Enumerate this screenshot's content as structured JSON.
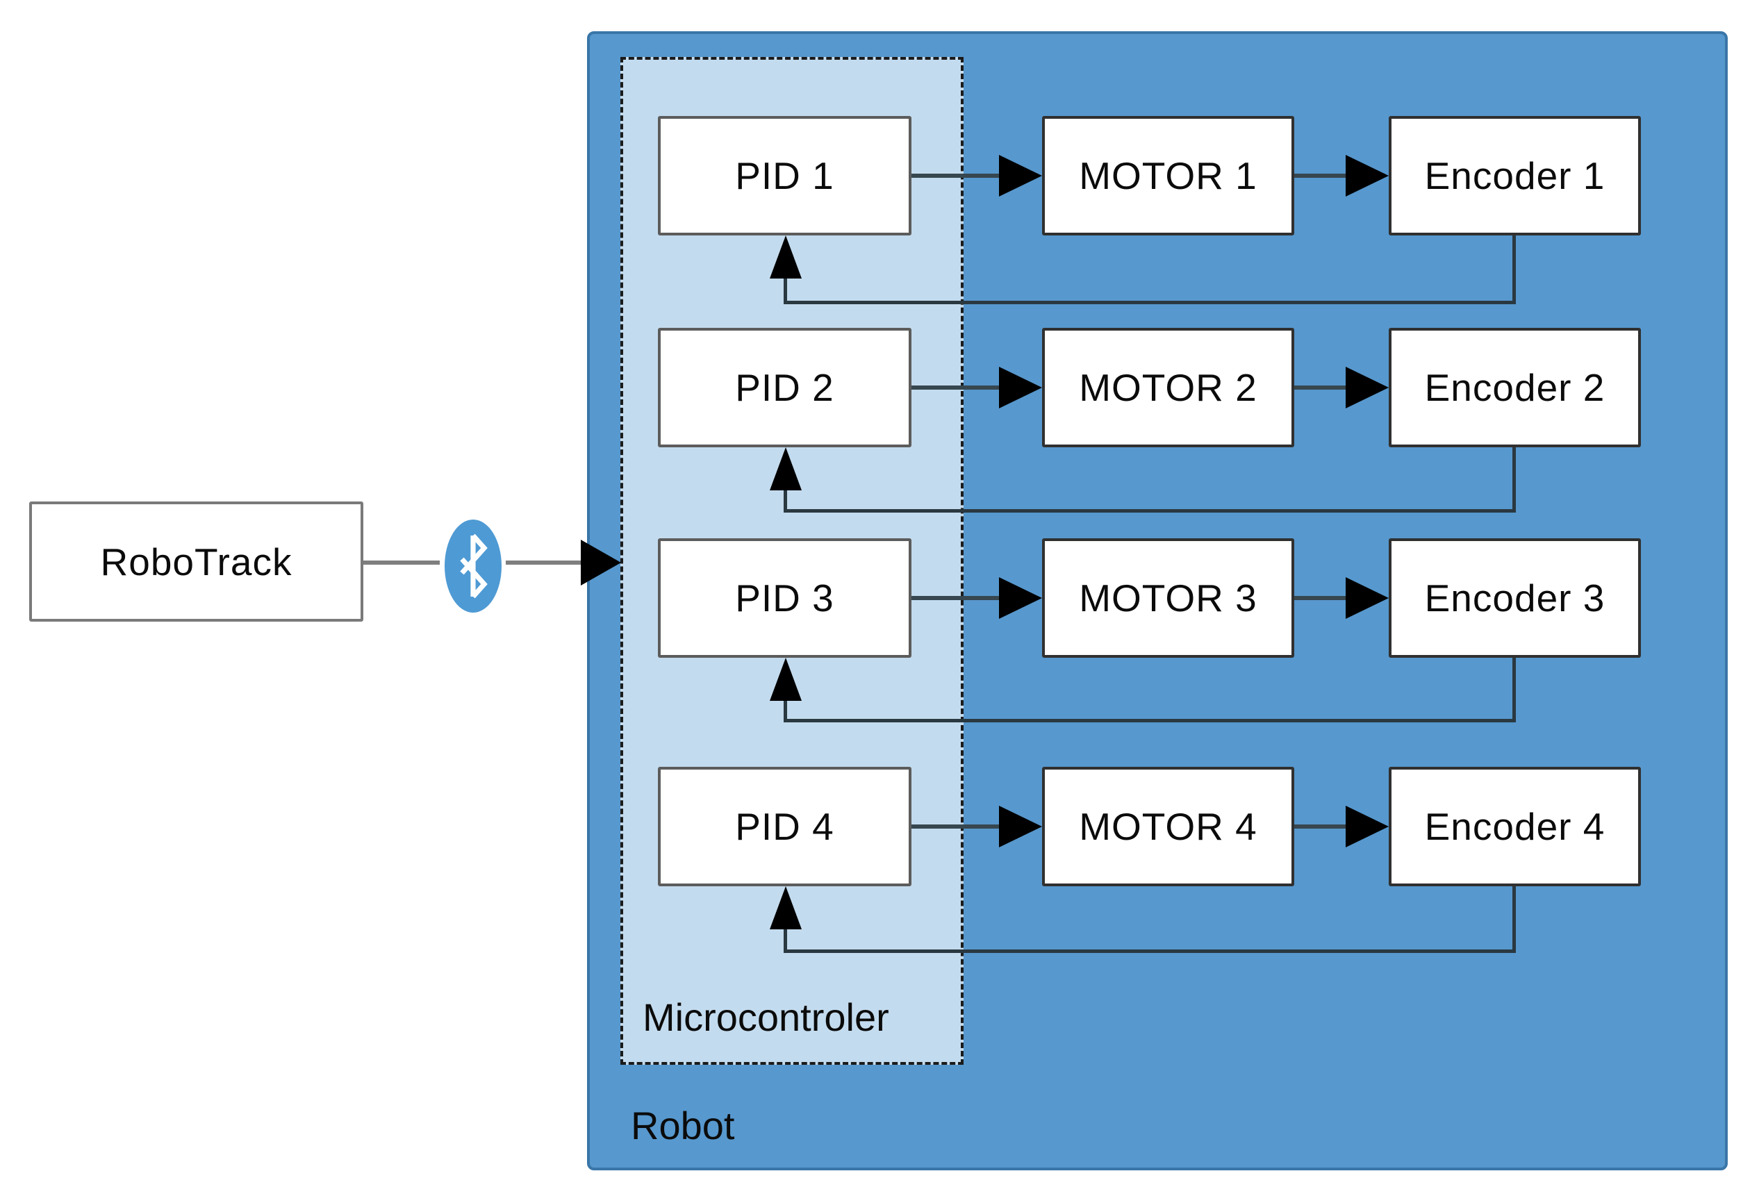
{
  "diagram": {
    "external_node": {
      "label": "RoboTrack"
    },
    "bluetooth_icon": "bluetooth-icon",
    "robot": {
      "label": "Robot"
    },
    "microcontroller": {
      "label": "Microcontroler"
    },
    "chains": [
      {
        "pid": "PID 1",
        "motor": "MOTOR 1",
        "encoder": "Encoder 1"
      },
      {
        "pid": "PID 2",
        "motor": "MOTOR 2",
        "encoder": "Encoder 2"
      },
      {
        "pid": "PID 3",
        "motor": "MOTOR 3",
        "encoder": "Encoder 3"
      },
      {
        "pid": "PID 4",
        "motor": "MOTOR 4",
        "encoder": "Encoder 4"
      }
    ]
  },
  "colors": {
    "robot-fill": "#5798CE",
    "robot-border": "#3A76A8",
    "micro-fill": "#C3DBEE",
    "micro-border": "#1B1B1B",
    "bt-fill": "#4E9AD4",
    "line-gray": "#7F7F7F",
    "line-dark": "#37474F",
    "feedback": "#2A3840",
    "arrow": "#000000",
    "text": "#0B0B0B"
  }
}
